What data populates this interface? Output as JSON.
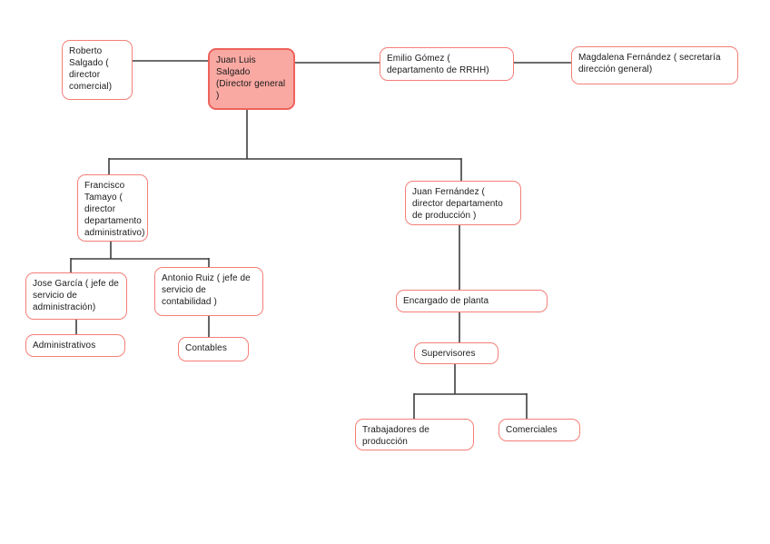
{
  "diagram": {
    "type": "organizational-chart",
    "language": "es"
  },
  "colors": {
    "line": "#3d3d3d",
    "box_border": "#f47f78",
    "box_fill": "#ffffff",
    "root_border": "#ee625c",
    "root_fill": "#f9a8a2",
    "text": "#1a1a1a",
    "page_bg": "#ffffff"
  },
  "nodes": {
    "roberto": {
      "label": "Roberto Salgado ( director comercial)",
      "highlighted": false
    },
    "juan_luis": {
      "label": "Juan Luis Salgado (Director general )",
      "highlighted": true
    },
    "emilio": {
      "label": "Emilio Gómez ( departamento de RRHH)",
      "highlighted": false
    },
    "magdalena": {
      "label": "Magdalena Fernández ( secretaría dirección general)",
      "highlighted": false
    },
    "francisco": {
      "label": "Francisco Tamayo ( director departamento administrativo)",
      "highlighted": false
    },
    "juan_fernandez": {
      "label": "Juan Fernández ( director departamento de producción )",
      "highlighted": false
    },
    "jose_garcia": {
      "label": "Jose García ( jefe de servicio de administración)",
      "highlighted": false
    },
    "antonio_ruiz": {
      "label": "Antonio Ruiz ( jefe de servicio de contabilidad )",
      "highlighted": false
    },
    "administrativos": {
      "label": "Administrativos",
      "highlighted": false
    },
    "contables": {
      "label": "Contables",
      "highlighted": false
    },
    "encargado": {
      "label": "Encargado de planta",
      "highlighted": false
    },
    "supervisores": {
      "label": "Supervisores",
      "highlighted": false
    },
    "trabajadores": {
      "label": "Trabajadores de producción",
      "highlighted": false
    },
    "comerciales": {
      "label": "Comerciales",
      "highlighted": false
    }
  },
  "edges": [
    {
      "from": "roberto",
      "to": "juan_luis"
    },
    {
      "from": "juan_luis",
      "to": "emilio"
    },
    {
      "from": "emilio",
      "to": "magdalena"
    },
    {
      "from": "juan_luis",
      "to": "francisco"
    },
    {
      "from": "juan_luis",
      "to": "juan_fernandez"
    },
    {
      "from": "francisco",
      "to": "jose_garcia"
    },
    {
      "from": "francisco",
      "to": "antonio_ruiz"
    },
    {
      "from": "jose_garcia",
      "to": "administrativos"
    },
    {
      "from": "antonio_ruiz",
      "to": "contables"
    },
    {
      "from": "juan_fernandez",
      "to": "encargado"
    },
    {
      "from": "encargado",
      "to": "supervisores"
    },
    {
      "from": "supervisores",
      "to": "trabajadores"
    },
    {
      "from": "supervisores",
      "to": "comerciales"
    }
  ]
}
